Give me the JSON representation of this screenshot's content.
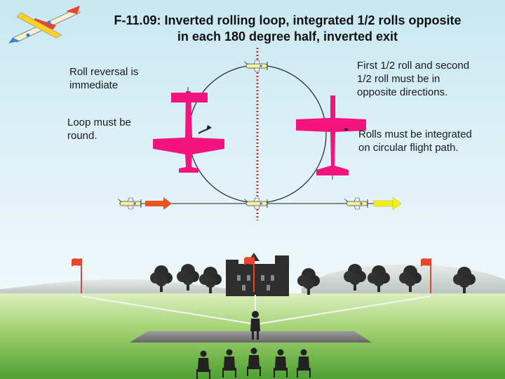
{
  "title_line1": "F-11.09: Inverted rolling loop, integrated 1/2 rolls opposite",
  "title_line2": "in each 180 degree half, inverted exit",
  "notes": {
    "roll_reversal_line1": "Roll reversal is",
    "roll_reversal_line2": "immediate",
    "loop_round_line1": "Loop must be",
    "loop_round_line2": "round.",
    "opposite_rolls_line1": "First 1/2 roll and second",
    "opposite_rolls_line2": "1/2 roll must be in",
    "opposite_rolls_line3": "opposite directions.",
    "integrated_line1": "Rolls must be integrated",
    "integrated_line2": "on circular flight path."
  },
  "colors": {
    "sky_top": "#c9e8f2",
    "sky_bottom": "#eaf6fa",
    "grass_top": "#d3eab0",
    "grass_bottom": "#5cab3a",
    "aircraft_pink": "#f5137d",
    "entry_arrow": "#e8521c",
    "exit_arrow": "#f2ef1c",
    "centerline": "#c0392b",
    "flag": "#e8452a"
  },
  "icons": {
    "logo": "aerobatic-plane-icon",
    "flag": "flag-icon",
    "tree": "tree-icon",
    "castle": "castle-icon",
    "pilot": "pilot-silhouette-icon",
    "judges": "judge-silhouette-icon"
  }
}
